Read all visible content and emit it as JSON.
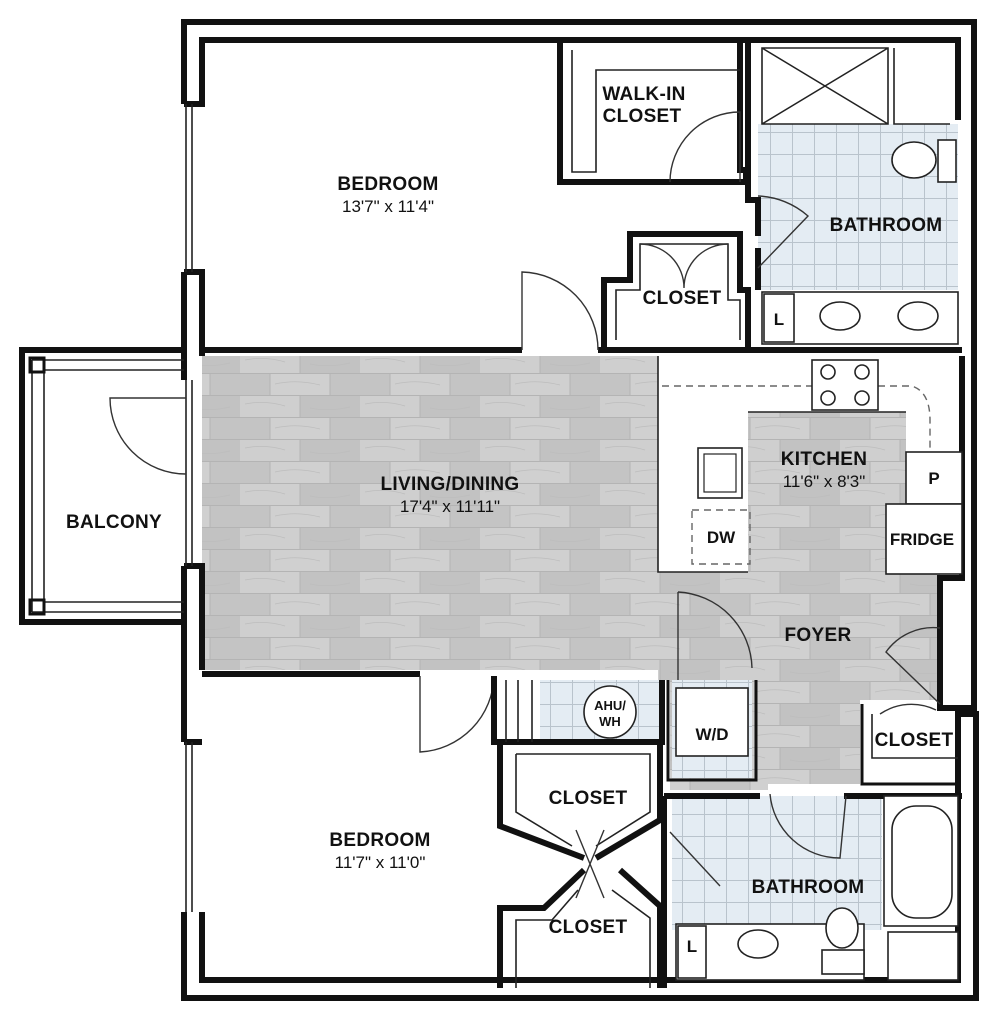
{
  "rooms": {
    "bedroom_top": {
      "name": "BEDROOM",
      "size": "13'7\" x 11'4\""
    },
    "walkin_closet": {
      "line1": "WALK-IN",
      "line2": "CLOSET"
    },
    "bathroom_top": {
      "name": "BATHROOM"
    },
    "closet_top": {
      "name": "CLOSET"
    },
    "living": {
      "name": "LIVING/DINING",
      "size": "17'4\" x 11'11\""
    },
    "balcony": {
      "name": "BALCONY"
    },
    "kitchen": {
      "name": "KITCHEN",
      "size": "11'6\" x 8'3\""
    },
    "foyer": {
      "name": "FOYER"
    },
    "closet_entry": {
      "name": "CLOSET"
    },
    "closet_mid": {
      "name": "CLOSET"
    },
    "closet_low": {
      "name": "CLOSET"
    },
    "bedroom_bottom": {
      "name": "BEDROOM",
      "size": "11'7\" x 11'0\""
    },
    "bathroom_bottom": {
      "name": "BATHROOM"
    }
  },
  "fixtures": {
    "dishwasher": "DW",
    "pantry": "P",
    "fridge": "FRIDGE",
    "washer_dryer": "W/D",
    "ahu_line1": "AHU/",
    "ahu_line2": "WH",
    "linen_top": "L",
    "linen_bottom": "L"
  },
  "colors": {
    "wall": "#111111",
    "wood_floor": "#c9c9c9",
    "tile_floor": "#e6eef5",
    "tile_grid": "#b9c3cc"
  }
}
